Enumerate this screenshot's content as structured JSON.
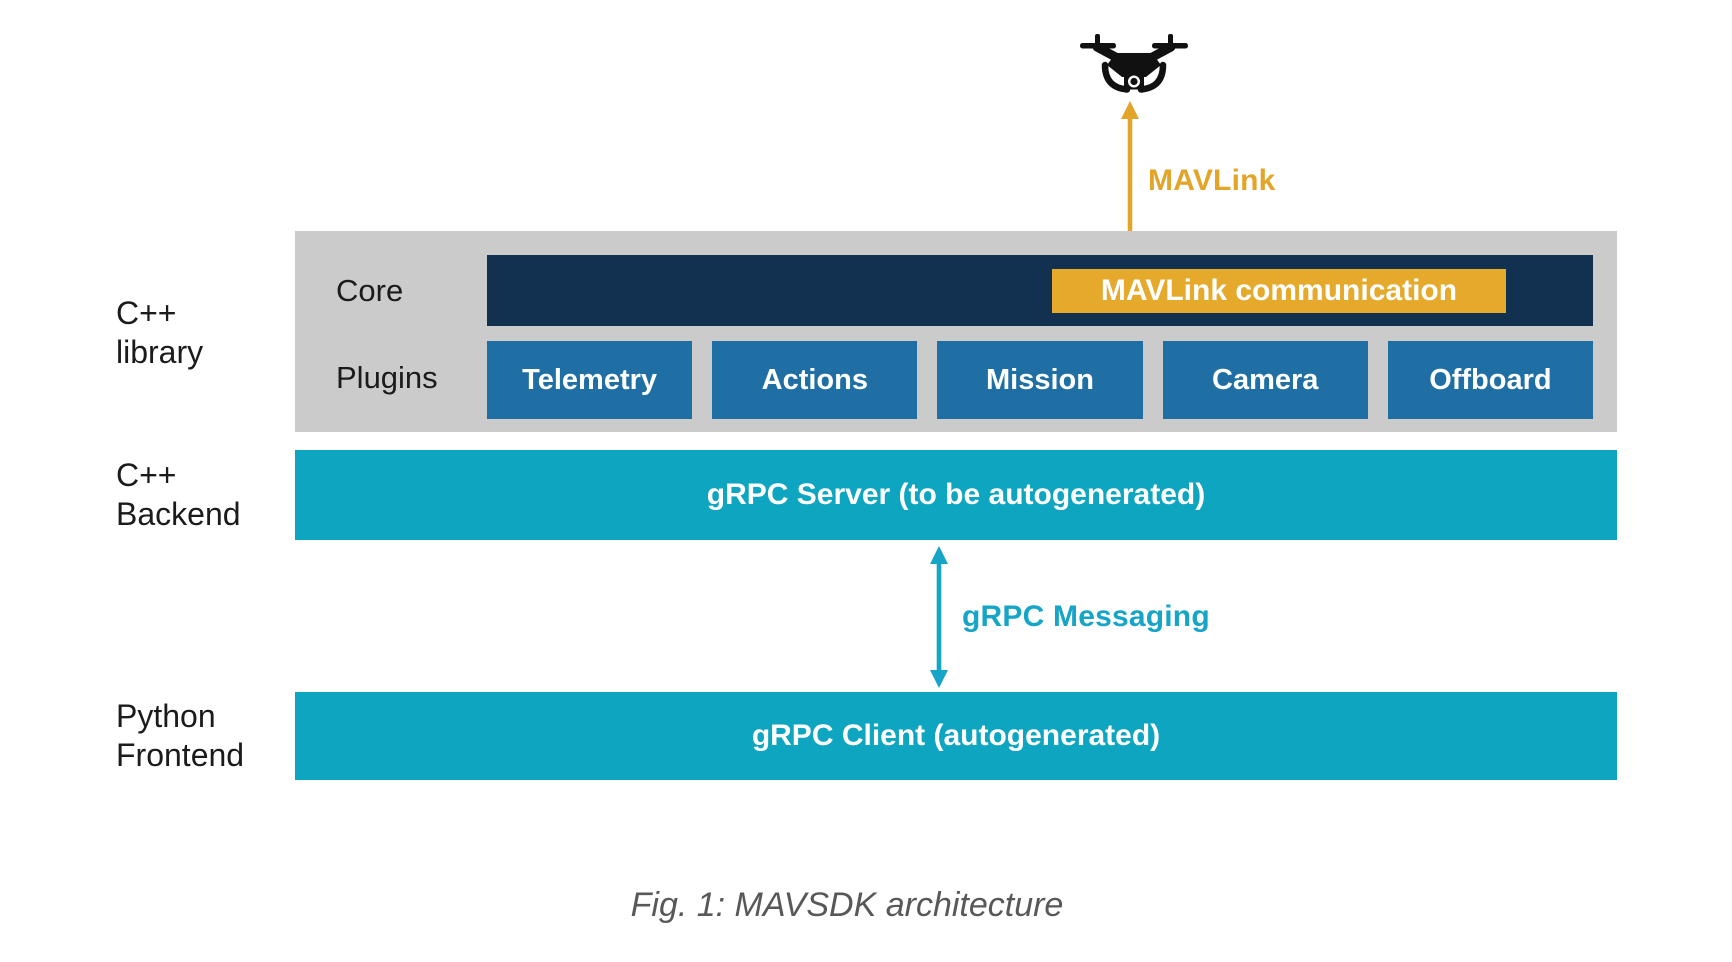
{
  "colors": {
    "background": "#FFFFFF",
    "container_gray": "#CBCBCB",
    "core_navy": "#12304F",
    "plugin_blue": "#1F6FA4",
    "teal_bar": "#0DA5C0",
    "teal_link": "#16A5C6",
    "gold": "#E2A52A",
    "gold_box": "#E5A92C",
    "label_black": "#1B1B1B",
    "caption_gray": "#58585A",
    "bar_text_white": "#FFFFFF"
  },
  "icons": {
    "drone": "quadcopter-drone-icon"
  },
  "links": {
    "mavlink": {
      "label": "MAVLink"
    },
    "grpc": {
      "label": "gRPC Messaging"
    }
  },
  "rows": {
    "library": {
      "line1": "C++",
      "line2": "library"
    },
    "backend": {
      "line1": "C++",
      "line2": "Backend"
    },
    "frontend": {
      "line1": "Python",
      "line2": "Frontend"
    }
  },
  "library": {
    "core_label": "Core",
    "plugins_label": "Plugins",
    "mavlink_box_label": "MAVLink communication",
    "plugins": [
      "Telemetry",
      "Actions",
      "Mission",
      "Camera",
      "Offboard"
    ]
  },
  "backend": {
    "bar_label": "gRPC Server (to be autogenerated)"
  },
  "frontend": {
    "bar_label": "gRPC Client (autogenerated)"
  },
  "caption": "Fig. 1: MAVSDK architecture"
}
